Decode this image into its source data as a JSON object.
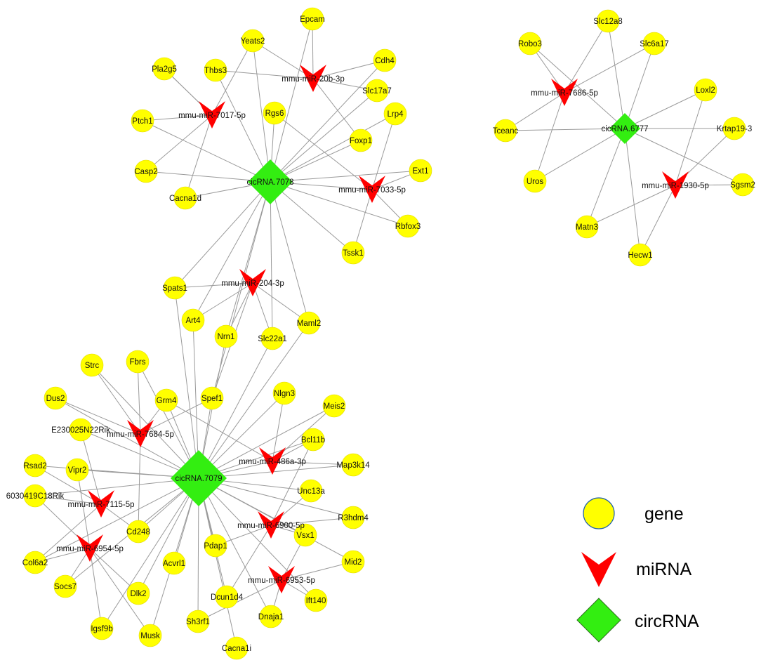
{
  "colors": {
    "gene": "#ffff00",
    "miRNA": "#ff0000",
    "circRNA": "#33ee11",
    "edge": "#9a9a9a",
    "gene_stroke": "#1f5fa8"
  },
  "legend": [
    {
      "shape": "gene-icon",
      "label": "gene"
    },
    {
      "shape": "mirna-icon",
      "label": "miRNA"
    },
    {
      "shape": "circrna-icon",
      "label": "circRNA"
    }
  ],
  "nodes": [
    {
      "id": "c7078",
      "type": "circRNA",
      "label": "cicRNA.7078"
    },
    {
      "id": "c7079",
      "type": "circRNA",
      "label": "cicRNA.7079"
    },
    {
      "id": "c6777",
      "type": "circRNA",
      "label": "cicRNA.6777"
    },
    {
      "id": "m20b",
      "type": "miRNA",
      "label": "mmu-miR-20b-3p"
    },
    {
      "id": "m7017",
      "type": "miRNA",
      "label": "mmu-miR-7017-5p"
    },
    {
      "id": "m7033",
      "type": "miRNA",
      "label": "mmu-miR-7033-5p"
    },
    {
      "id": "m204",
      "type": "miRNA",
      "label": "mmu-miR-204-3p"
    },
    {
      "id": "m7684",
      "type": "miRNA",
      "label": "mmu-miR-7684-5p"
    },
    {
      "id": "m486a",
      "type": "miRNA",
      "label": "mmu-miR-486a-3p"
    },
    {
      "id": "m7115",
      "type": "miRNA",
      "label": "mmu-miR-7115-5p"
    },
    {
      "id": "m6900",
      "type": "miRNA",
      "label": "mmu-miR-6900-5p"
    },
    {
      "id": "m6954",
      "type": "miRNA",
      "label": "mmu-miR-6954-5p"
    },
    {
      "id": "m6953",
      "type": "miRNA",
      "label": "mmu-miR-6953-5p"
    },
    {
      "id": "m7686",
      "type": "miRNA",
      "label": "mmu-miR-7686-5p"
    },
    {
      "id": "m1930",
      "type": "miRNA",
      "label": "mmu-miR-1930-5p"
    },
    {
      "id": "Epcam",
      "type": "gene",
      "label": "Epcam"
    },
    {
      "id": "Yeats2",
      "type": "gene",
      "label": "Yeats2"
    },
    {
      "id": "Pla2g5",
      "type": "gene",
      "label": "Pla2g5"
    },
    {
      "id": "Thbs3",
      "type": "gene",
      "label": "Thbs3"
    },
    {
      "id": "Cdh4",
      "type": "gene",
      "label": "Cdh4"
    },
    {
      "id": "Slc17a7",
      "type": "gene",
      "label": "Slc17a7"
    },
    {
      "id": "Lrp4",
      "type": "gene",
      "label": "Lrp4"
    },
    {
      "id": "Rgs6",
      "type": "gene",
      "label": "Rgs6"
    },
    {
      "id": "Ptch1",
      "type": "gene",
      "label": "Ptch1"
    },
    {
      "id": "Foxp1",
      "type": "gene",
      "label": "Foxp1"
    },
    {
      "id": "Casp2",
      "type": "gene",
      "label": "Casp2"
    },
    {
      "id": "Ext1",
      "type": "gene",
      "label": "Ext1"
    },
    {
      "id": "Cacna1d",
      "type": "gene",
      "label": "Cacna1d"
    },
    {
      "id": "Rbfox3",
      "type": "gene",
      "label": "Rbfox3"
    },
    {
      "id": "Tssk1",
      "type": "gene",
      "label": "Tssk1"
    },
    {
      "id": "Spats1",
      "type": "gene",
      "label": "Spats1"
    },
    {
      "id": "Art4",
      "type": "gene",
      "label": "Art4"
    },
    {
      "id": "Nrn1",
      "type": "gene",
      "label": "Nrn1"
    },
    {
      "id": "Slc22a1",
      "type": "gene",
      "label": "Slc22a1"
    },
    {
      "id": "Maml2",
      "type": "gene",
      "label": "Maml2"
    },
    {
      "id": "Strc",
      "type": "gene",
      "label": "Strc"
    },
    {
      "id": "Fbrs",
      "type": "gene",
      "label": "Fbrs"
    },
    {
      "id": "Dus2",
      "type": "gene",
      "label": "Dus2"
    },
    {
      "id": "Grm4",
      "type": "gene",
      "label": "Grm4"
    },
    {
      "id": "Spef1",
      "type": "gene",
      "label": "Spef1"
    },
    {
      "id": "Nlgn3",
      "type": "gene",
      "label": "Nlgn3"
    },
    {
      "id": "Meis2",
      "type": "gene",
      "label": "Meis2"
    },
    {
      "id": "E230025N22Rik",
      "type": "gene",
      "label": "E230025N22Rik"
    },
    {
      "id": "Bcl11b",
      "type": "gene",
      "label": "Bcl11b"
    },
    {
      "id": "Rsad2",
      "type": "gene",
      "label": "Rsad2"
    },
    {
      "id": "Map3k14",
      "type": "gene",
      "label": "Map3k14"
    },
    {
      "id": "Vipr2",
      "type": "gene",
      "label": "Vipr2"
    },
    {
      "id": "Unc13a",
      "type": "gene",
      "label": "Unc13a"
    },
    {
      "id": "6030419C18Rik",
      "type": "gene",
      "label": "6030419C18Rik"
    },
    {
      "id": "R3hdm4",
      "type": "gene",
      "label": "R3hdm4"
    },
    {
      "id": "Cd248",
      "type": "gene",
      "label": "Cd248"
    },
    {
      "id": "Col6a2",
      "type": "gene",
      "label": "Col6a2"
    },
    {
      "id": "Pdap1",
      "type": "gene",
      "label": "Pdap1"
    },
    {
      "id": "Vsx1",
      "type": "gene",
      "label": "Vsx1"
    },
    {
      "id": "Acvrl1",
      "type": "gene",
      "label": "Acvrl1"
    },
    {
      "id": "Mid2",
      "type": "gene",
      "label": "Mid2"
    },
    {
      "id": "Socs7",
      "type": "gene",
      "label": "Socs7"
    },
    {
      "id": "Dlk2",
      "type": "gene",
      "label": "Dlk2"
    },
    {
      "id": "Dcun1d4",
      "type": "gene",
      "label": "Dcun1d4"
    },
    {
      "id": "Ift140",
      "type": "gene",
      "label": "Ift140"
    },
    {
      "id": "Igsf9b",
      "type": "gene",
      "label": "Igsf9b"
    },
    {
      "id": "Musk",
      "type": "gene",
      "label": "Musk"
    },
    {
      "id": "Sh3rf1",
      "type": "gene",
      "label": "Sh3rf1"
    },
    {
      "id": "Dnaja1",
      "type": "gene",
      "label": "Dnaja1"
    },
    {
      "id": "Cacna1i",
      "type": "gene",
      "label": "Cacna1i"
    },
    {
      "id": "Slc12a8",
      "type": "gene",
      "label": "Slc12a8"
    },
    {
      "id": "Robo3",
      "type": "gene",
      "label": "Robo3"
    },
    {
      "id": "Slc6a17",
      "type": "gene",
      "label": "Slc6a17"
    },
    {
      "id": "Loxl2",
      "type": "gene",
      "label": "Loxl2"
    },
    {
      "id": "Tceanc",
      "type": "gene",
      "label": "Tceanc"
    },
    {
      "id": "Krtap19-3",
      "type": "gene",
      "label": "Krtap19-3"
    },
    {
      "id": "Uros",
      "type": "gene",
      "label": "Uros"
    },
    {
      "id": "Sgsm2",
      "type": "gene",
      "label": "Sgsm2"
    },
    {
      "id": "Matn3",
      "type": "gene",
      "label": "Matn3"
    },
    {
      "id": "Hecw1",
      "type": "gene",
      "label": "Hecw1"
    }
  ],
  "edges": [
    [
      "c7078",
      "Epcam"
    ],
    [
      "c7078",
      "Yeats2"
    ],
    [
      "c7078",
      "Thbs3"
    ],
    [
      "c7078",
      "Cdh4"
    ],
    [
      "c7078",
      "Slc17a7"
    ],
    [
      "c7078",
      "Lrp4"
    ],
    [
      "c7078",
      "Rgs6"
    ],
    [
      "c7078",
      "Foxp1"
    ],
    [
      "c7078",
      "Ext1"
    ],
    [
      "c7078",
      "Rbfox3"
    ],
    [
      "c7078",
      "Tssk1"
    ],
    [
      "c7078",
      "Cacna1d"
    ],
    [
      "c7078",
      "Casp2"
    ],
    [
      "c7078",
      "Ptch1"
    ],
    [
      "c7078",
      "Spats1"
    ],
    [
      "c7078",
      "Art4"
    ],
    [
      "c7078",
      "Nrn1"
    ],
    [
      "c7078",
      "Slc22a1"
    ],
    [
      "c7078",
      "Maml2"
    ],
    [
      "c7078",
      "Spef1"
    ],
    [
      "c7078",
      "m7033"
    ],
    [
      "m20b",
      "Epcam"
    ],
    [
      "m20b",
      "Yeats2"
    ],
    [
      "m20b",
      "Thbs3"
    ],
    [
      "m20b",
      "Cdh4"
    ],
    [
      "m20b",
      "Slc17a7"
    ],
    [
      "m20b",
      "Foxp1"
    ],
    [
      "m7017",
      "Pla2g5"
    ],
    [
      "m7017",
      "Ptch1"
    ],
    [
      "m7017",
      "Casp2"
    ],
    [
      "m7017",
      "Cacna1d"
    ],
    [
      "m7017",
      "Yeats2"
    ],
    [
      "m7017",
      "Pla2g5"
    ],
    [
      "m7033",
      "Rgs6"
    ],
    [
      "m7033",
      "Lrp4"
    ],
    [
      "m7033",
      "Ext1"
    ],
    [
      "m7033",
      "Rbfox3"
    ],
    [
      "m7033",
      "Tssk1"
    ],
    [
      "m204",
      "Spats1"
    ],
    [
      "m204",
      "Art4"
    ],
    [
      "m204",
      "Nrn1"
    ],
    [
      "m204",
      "Slc22a1"
    ],
    [
      "m204",
      "Maml2"
    ],
    [
      "m204",
      "Spef1"
    ],
    [
      "c7079",
      "Strc"
    ],
    [
      "c7079",
      "Fbrs"
    ],
    [
      "c7079",
      "Dus2"
    ],
    [
      "c7079",
      "Grm4"
    ],
    [
      "c7079",
      "Spef1"
    ],
    [
      "c7079",
      "Nlgn3"
    ],
    [
      "c7079",
      "Meis2"
    ],
    [
      "c7079",
      "Bcl11b"
    ],
    [
      "c7079",
      "Rsad2"
    ],
    [
      "c7079",
      "Map3k14"
    ],
    [
      "c7079",
      "Vipr2"
    ],
    [
      "c7079",
      "Unc13a"
    ],
    [
      "c7079",
      "6030419C18Rik"
    ],
    [
      "c7079",
      "R3hdm4"
    ],
    [
      "c7079",
      "Cd248"
    ],
    [
      "c7079",
      "Col6a2"
    ],
    [
      "c7079",
      "Pdap1"
    ],
    [
      "c7079",
      "Vsx1"
    ],
    [
      "c7079",
      "Acvrl1"
    ],
    [
      "c7079",
      "Mid2"
    ],
    [
      "c7079",
      "Socs7"
    ],
    [
      "c7079",
      "Dlk2"
    ],
    [
      "c7079",
      "Dcun1d4"
    ],
    [
      "c7079",
      "Ift140"
    ],
    [
      "c7079",
      "Igsf9b"
    ],
    [
      "c7079",
      "Musk"
    ],
    [
      "c7079",
      "Sh3rf1"
    ],
    [
      "c7079",
      "Dnaja1"
    ],
    [
      "c7079",
      "Cacna1i"
    ],
    [
      "c7079",
      "Spats1"
    ],
    [
      "c7079",
      "Art4"
    ],
    [
      "c7079",
      "Nrn1"
    ],
    [
      "c7079",
      "Slc22a1"
    ],
    [
      "c7079",
      "Maml2"
    ],
    [
      "c7079",
      "E230025N22Rik"
    ],
    [
      "c7079",
      "m486a"
    ],
    [
      "m7684",
      "Strc"
    ],
    [
      "m7684",
      "Fbrs"
    ],
    [
      "m7684",
      "Dus2"
    ],
    [
      "m7684",
      "Grm4"
    ],
    [
      "m7684",
      "Spef1"
    ],
    [
      "m7684",
      "Cd248"
    ],
    [
      "m486a",
      "Grm4"
    ],
    [
      "m486a",
      "Nlgn3"
    ],
    [
      "m486a",
      "Bcl11b"
    ],
    [
      "m486a",
      "Map3k14"
    ],
    [
      "m486a",
      "Meis2"
    ],
    [
      "m7115",
      "Rsad2"
    ],
    [
      "m7115",
      "6030419C18Rik"
    ],
    [
      "m7115",
      "Cd248"
    ],
    [
      "m7115",
      "E230025N22Rik"
    ],
    [
      "m7115",
      "Col6a2"
    ],
    [
      "m6900",
      "Unc13a"
    ],
    [
      "m6900",
      "R3hdm4"
    ],
    [
      "m6900",
      "Vsx1"
    ],
    [
      "m6900",
      "Dcun1d4"
    ],
    [
      "m6900",
      "Pdap1"
    ],
    [
      "m6900",
      "Bcl11b"
    ],
    [
      "m6954",
      "Vipr2"
    ],
    [
      "m6954",
      "Col6a2"
    ],
    [
      "m6954",
      "Socs7"
    ],
    [
      "m6954",
      "Igsf9b"
    ],
    [
      "m6954",
      "Musk"
    ],
    [
      "m6954",
      "Dlk2"
    ],
    [
      "m6954",
      "6030419C18Rik"
    ],
    [
      "m6953",
      "Mid2"
    ],
    [
      "m6953",
      "Ift140"
    ],
    [
      "m6953",
      "Dnaja1"
    ],
    [
      "m6953",
      "Sh3rf1"
    ],
    [
      "m6953",
      "Vsx1"
    ],
    [
      "c6777",
      "Slc12a8"
    ],
    [
      "c6777",
      "Robo3"
    ],
    [
      "c6777",
      "Slc6a17"
    ],
    [
      "c6777",
      "Loxl2"
    ],
    [
      "c6777",
      "Tceanc"
    ],
    [
      "c6777",
      "Krtap19-3"
    ],
    [
      "c6777",
      "Uros"
    ],
    [
      "c6777",
      "Sgsm2"
    ],
    [
      "c6777",
      "Matn3"
    ],
    [
      "c6777",
      "Hecw1"
    ],
    [
      "m7686",
      "Slc12a8"
    ],
    [
      "m7686",
      "Robo3"
    ],
    [
      "m7686",
      "Slc6a17"
    ],
    [
      "m7686",
      "Tceanc"
    ],
    [
      "m7686",
      "Uros"
    ],
    [
      "m1930",
      "Loxl2"
    ],
    [
      "m1930",
      "Krtap19-3"
    ],
    [
      "m1930",
      "Sgsm2"
    ],
    [
      "m1930",
      "Matn3"
    ],
    [
      "m1930",
      "Hecw1"
    ]
  ]
}
